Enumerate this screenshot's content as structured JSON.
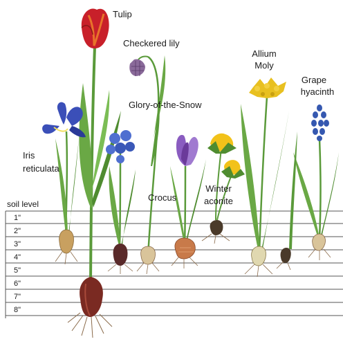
{
  "diagram": {
    "soil_label": "soil level",
    "depth_marks": [
      "1\"",
      "2\"",
      "3\"",
      "4\"",
      "5\"",
      "6\"",
      "7\"",
      "8\""
    ],
    "plants": {
      "tulip": "Tulip",
      "checkered_lily": "Checkered lily",
      "glory_of_the_snow": "Glory-of-the-Snow",
      "iris_line1": "Iris",
      "iris_line2": "reticulata",
      "crocus": "Crocus",
      "winter_aconite_line1": "Winter",
      "winter_aconite_line2": "aconite",
      "allium_line1": "Allium",
      "allium_line2": "Moly",
      "grape_hyacinth_line1": "Grape",
      "grape_hyacinth_line2": "hyacinth"
    },
    "colors": {
      "tulip_red": "#c8202a",
      "tulip_orange": "#e8742a",
      "iris_blue": "#3b4fb8",
      "scilla_blue": "#4f6fd0",
      "crocus_purple": "#8a5cc0",
      "aconite_yellow": "#f2c21a",
      "allium_yellow": "#e8c020",
      "grape_hyacinth_blue": "#3558b0",
      "checkered_lily_purple": "#8a6a9a",
      "leaf_green": "#5a9a3a",
      "bulb_brown": "#7a4a2a",
      "line_gray": "#555555"
    }
  }
}
